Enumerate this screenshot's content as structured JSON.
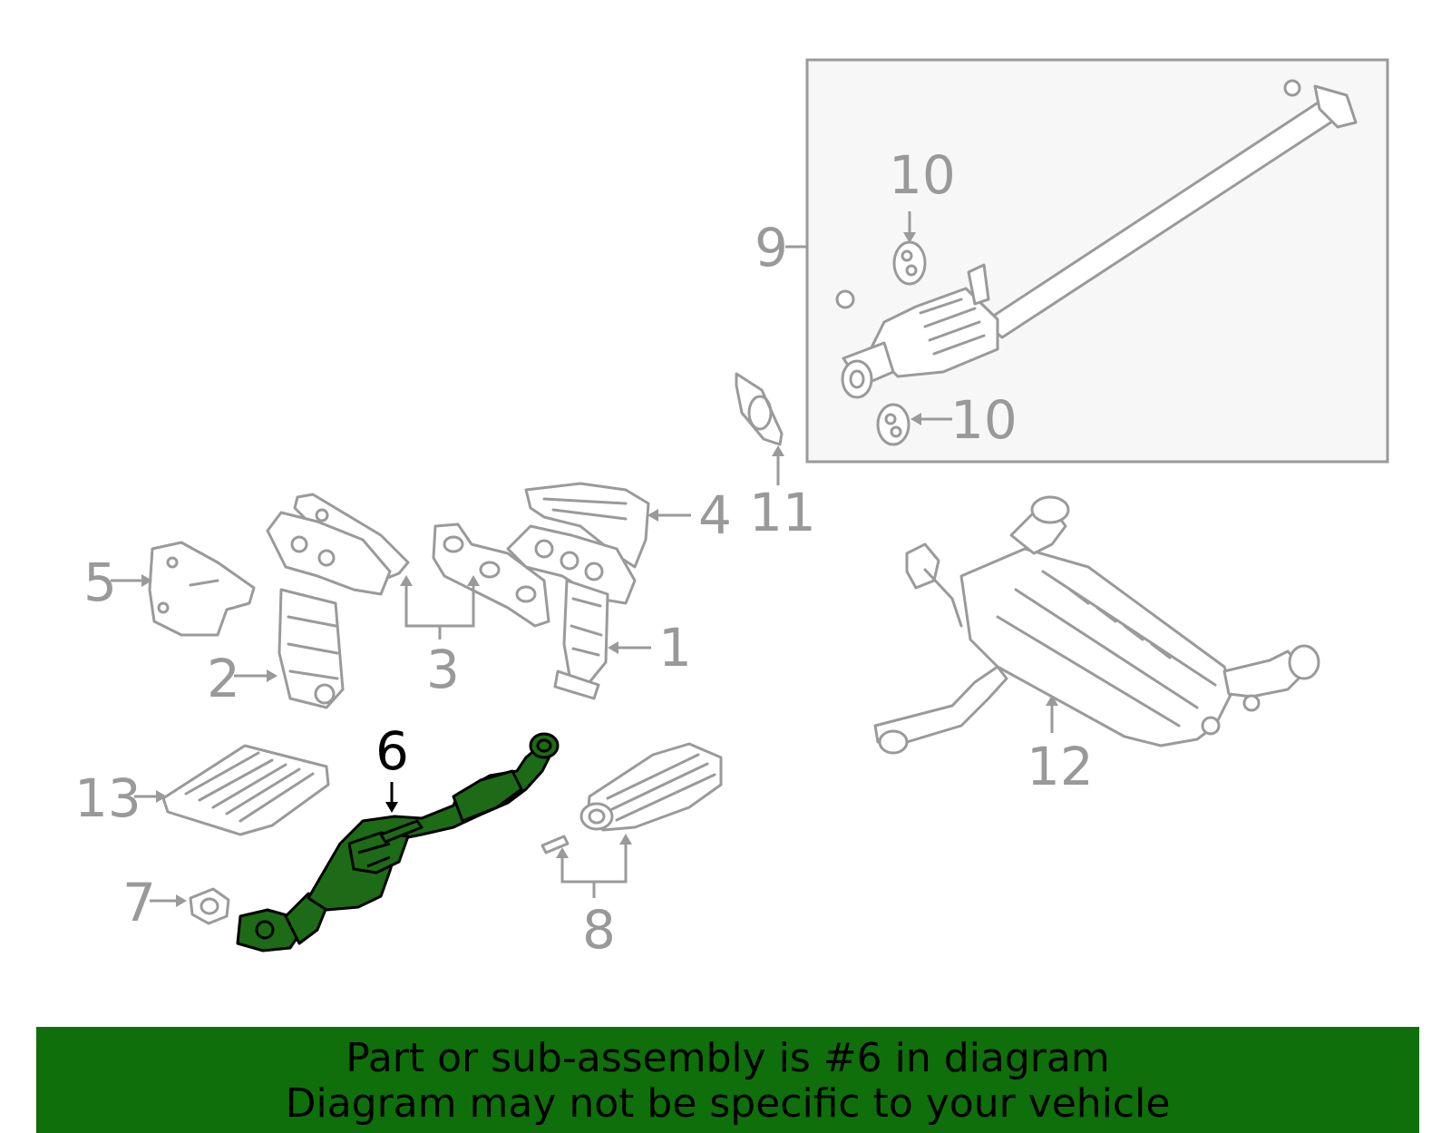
{
  "diagram": {
    "subassembly_label": "9",
    "callouts": {
      "c1": "1",
      "c2": "2",
      "c3": "3",
      "c4": "4",
      "c5": "5",
      "c6": "6",
      "c7": "7",
      "c8": "8",
      "c10a": "10",
      "c10b": "10",
      "c11": "11",
      "c12": "12",
      "c13": "13"
    },
    "highlighted_part": "6",
    "colors": {
      "highlight_fill": "#1d6b16",
      "line_gray": "#9a9a9a",
      "banner_green": "#0f6f0b"
    }
  },
  "banner": {
    "line1": "Part or sub-assembly is #6 in diagram",
    "line2": "Diagram may not be specific to your vehicle"
  }
}
